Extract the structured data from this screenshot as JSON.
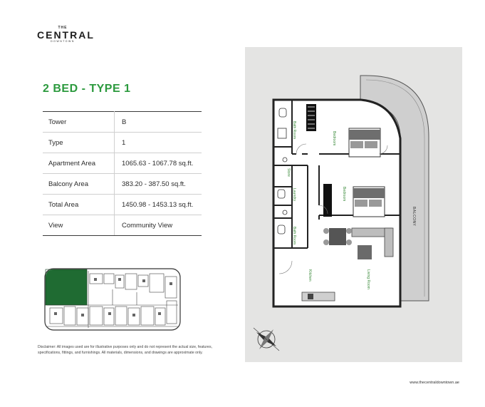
{
  "logo": {
    "the": "THE",
    "name": "CENTRAL",
    "sub": "DOWNTOWN"
  },
  "title": "2 BED - TYPE 1",
  "specs": [
    {
      "label": "Tower",
      "value": "B"
    },
    {
      "label": "Type",
      "value": "1"
    },
    {
      "label": "Apartment Area",
      "value": "1065.63  - 1067.78 sq.ft."
    },
    {
      "label": "Balcony Area",
      "value": "383.20 - 387.50 sq.ft."
    },
    {
      "label": "Total Area",
      "value": "1450.98 - 1453.13 sq.ft."
    },
    {
      "label": "View",
      "value": "Community View"
    }
  ],
  "rooms": {
    "bedroom1": "Bedroom",
    "bedroom2": "Bedroom",
    "bath1": "Bath Room",
    "bath2": "Bath Room",
    "laundry": "Laundry",
    "store": "Store",
    "kitchen": "Kitchen",
    "living": "Living Room",
    "balcony": "BALCONY"
  },
  "disclaimer": "Disclaimer: All images used are for illustrative purposes only and do not represent the actual size, features, specifications, fittings, and furnishings. All materials, dimensions, and drawings are approximate only.",
  "url": "www.thecentraldowntown.ae",
  "colors": {
    "accent": "#2c9a3e",
    "highlight": "#1f6b32",
    "plan_bg": "#e4e4e3"
  }
}
